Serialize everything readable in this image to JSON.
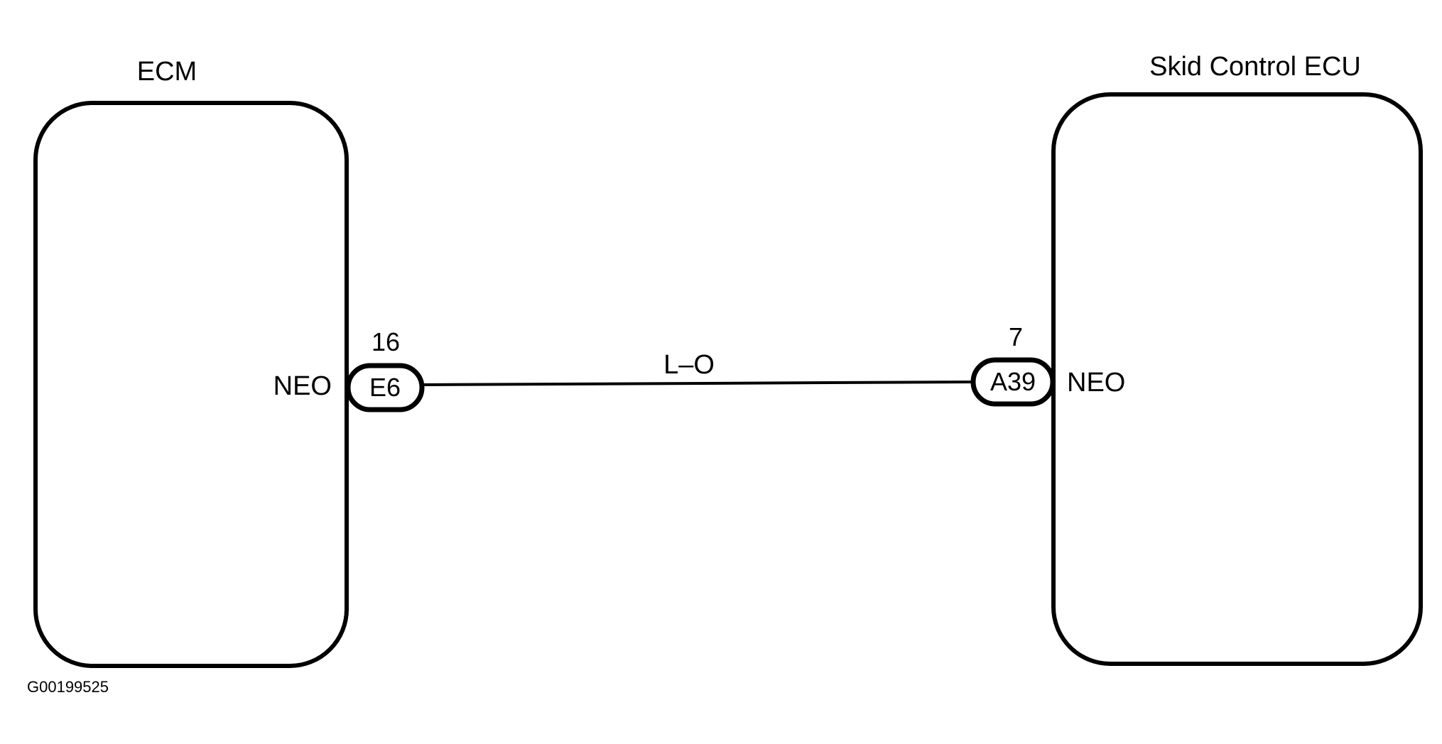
{
  "left_component": {
    "title": "ECM",
    "terminal_name": "NEO",
    "connector_id": "E6",
    "pin": "16"
  },
  "right_component": {
    "title": "Skid Control ECU",
    "terminal_name": "NEO",
    "connector_id": "A39",
    "pin": "7"
  },
  "wire": {
    "color_code": "L–O"
  },
  "figure_id": "G00199525",
  "colors": {
    "line": "#000000",
    "background": "#ffffff"
  }
}
